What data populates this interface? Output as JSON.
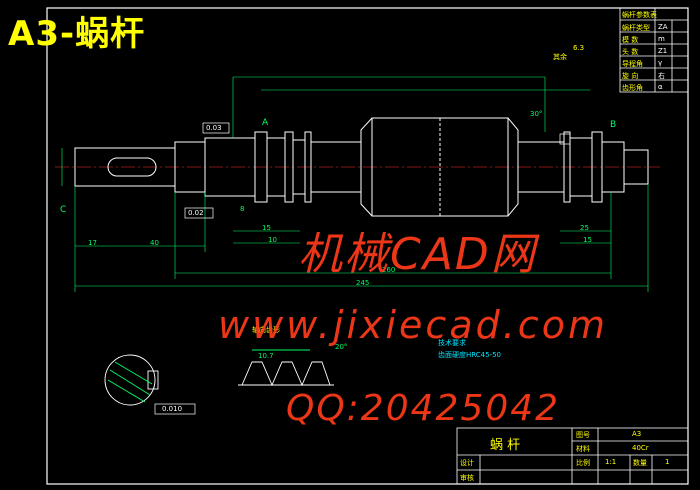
{
  "sheet": {
    "title": "A3-蜗杆",
    "colors": {
      "frame": "#ffffff",
      "part": "#ffffff",
      "dims": "#00ff66",
      "center": "#ff3333",
      "title_text": "#ffff00",
      "notes": "#00e5ff",
      "watermark": "#ff3b1a"
    }
  },
  "watermark": {
    "line1": "机械CAD网",
    "line2": "www.jixiecad.com",
    "line3": "QQ:20425042"
  },
  "drawing": {
    "roughness_note": "其余",
    "roughness_value": "6.3",
    "datum_a": "A",
    "datum_b": "B",
    "datum_c": "C",
    "dim_overall": "245",
    "dim_inner": "260",
    "dim_left_1": "17",
    "dim_left_2": "40",
    "dim_mid_1": "15",
    "dim_mid_2": "10",
    "dim_mid_3": "8",
    "dim_right_1": "25",
    "dim_right_2": "15",
    "chamfer_30": "30°",
    "chamfer_20": "20°",
    "tol_1": "0.03",
    "tol_2": "0.02",
    "tol_3": "0.010",
    "section_label": "轴向齿形",
    "section_angle": "20°",
    "section_dim": "10.7",
    "notes_title": "技术要求",
    "notes_line": "齿面硬度HRC45-50"
  },
  "title_block": {
    "part_name": "蜗  杆",
    "label_scale": "比例",
    "label_material": "材料",
    "label_sheet": "图号",
    "label_quantity": "数量",
    "value_scale": "1:1",
    "value_material": "40Cr",
    "value_sheet": "A3",
    "value_quantity": "1",
    "row_design": "设计",
    "row_check": "审核"
  },
  "param_table": {
    "header": "蜗杆参数表",
    "rows": [
      {
        "label": "蜗杆类型",
        "value": "ZA"
      },
      {
        "label": "模  数",
        "value": "m"
      },
      {
        "label": "头  数",
        "value": "Z1"
      },
      {
        "label": "导程角",
        "value": "γ"
      },
      {
        "label": "旋  向",
        "value": "右"
      },
      {
        "label": "齿形角",
        "value": "α"
      }
    ]
  }
}
